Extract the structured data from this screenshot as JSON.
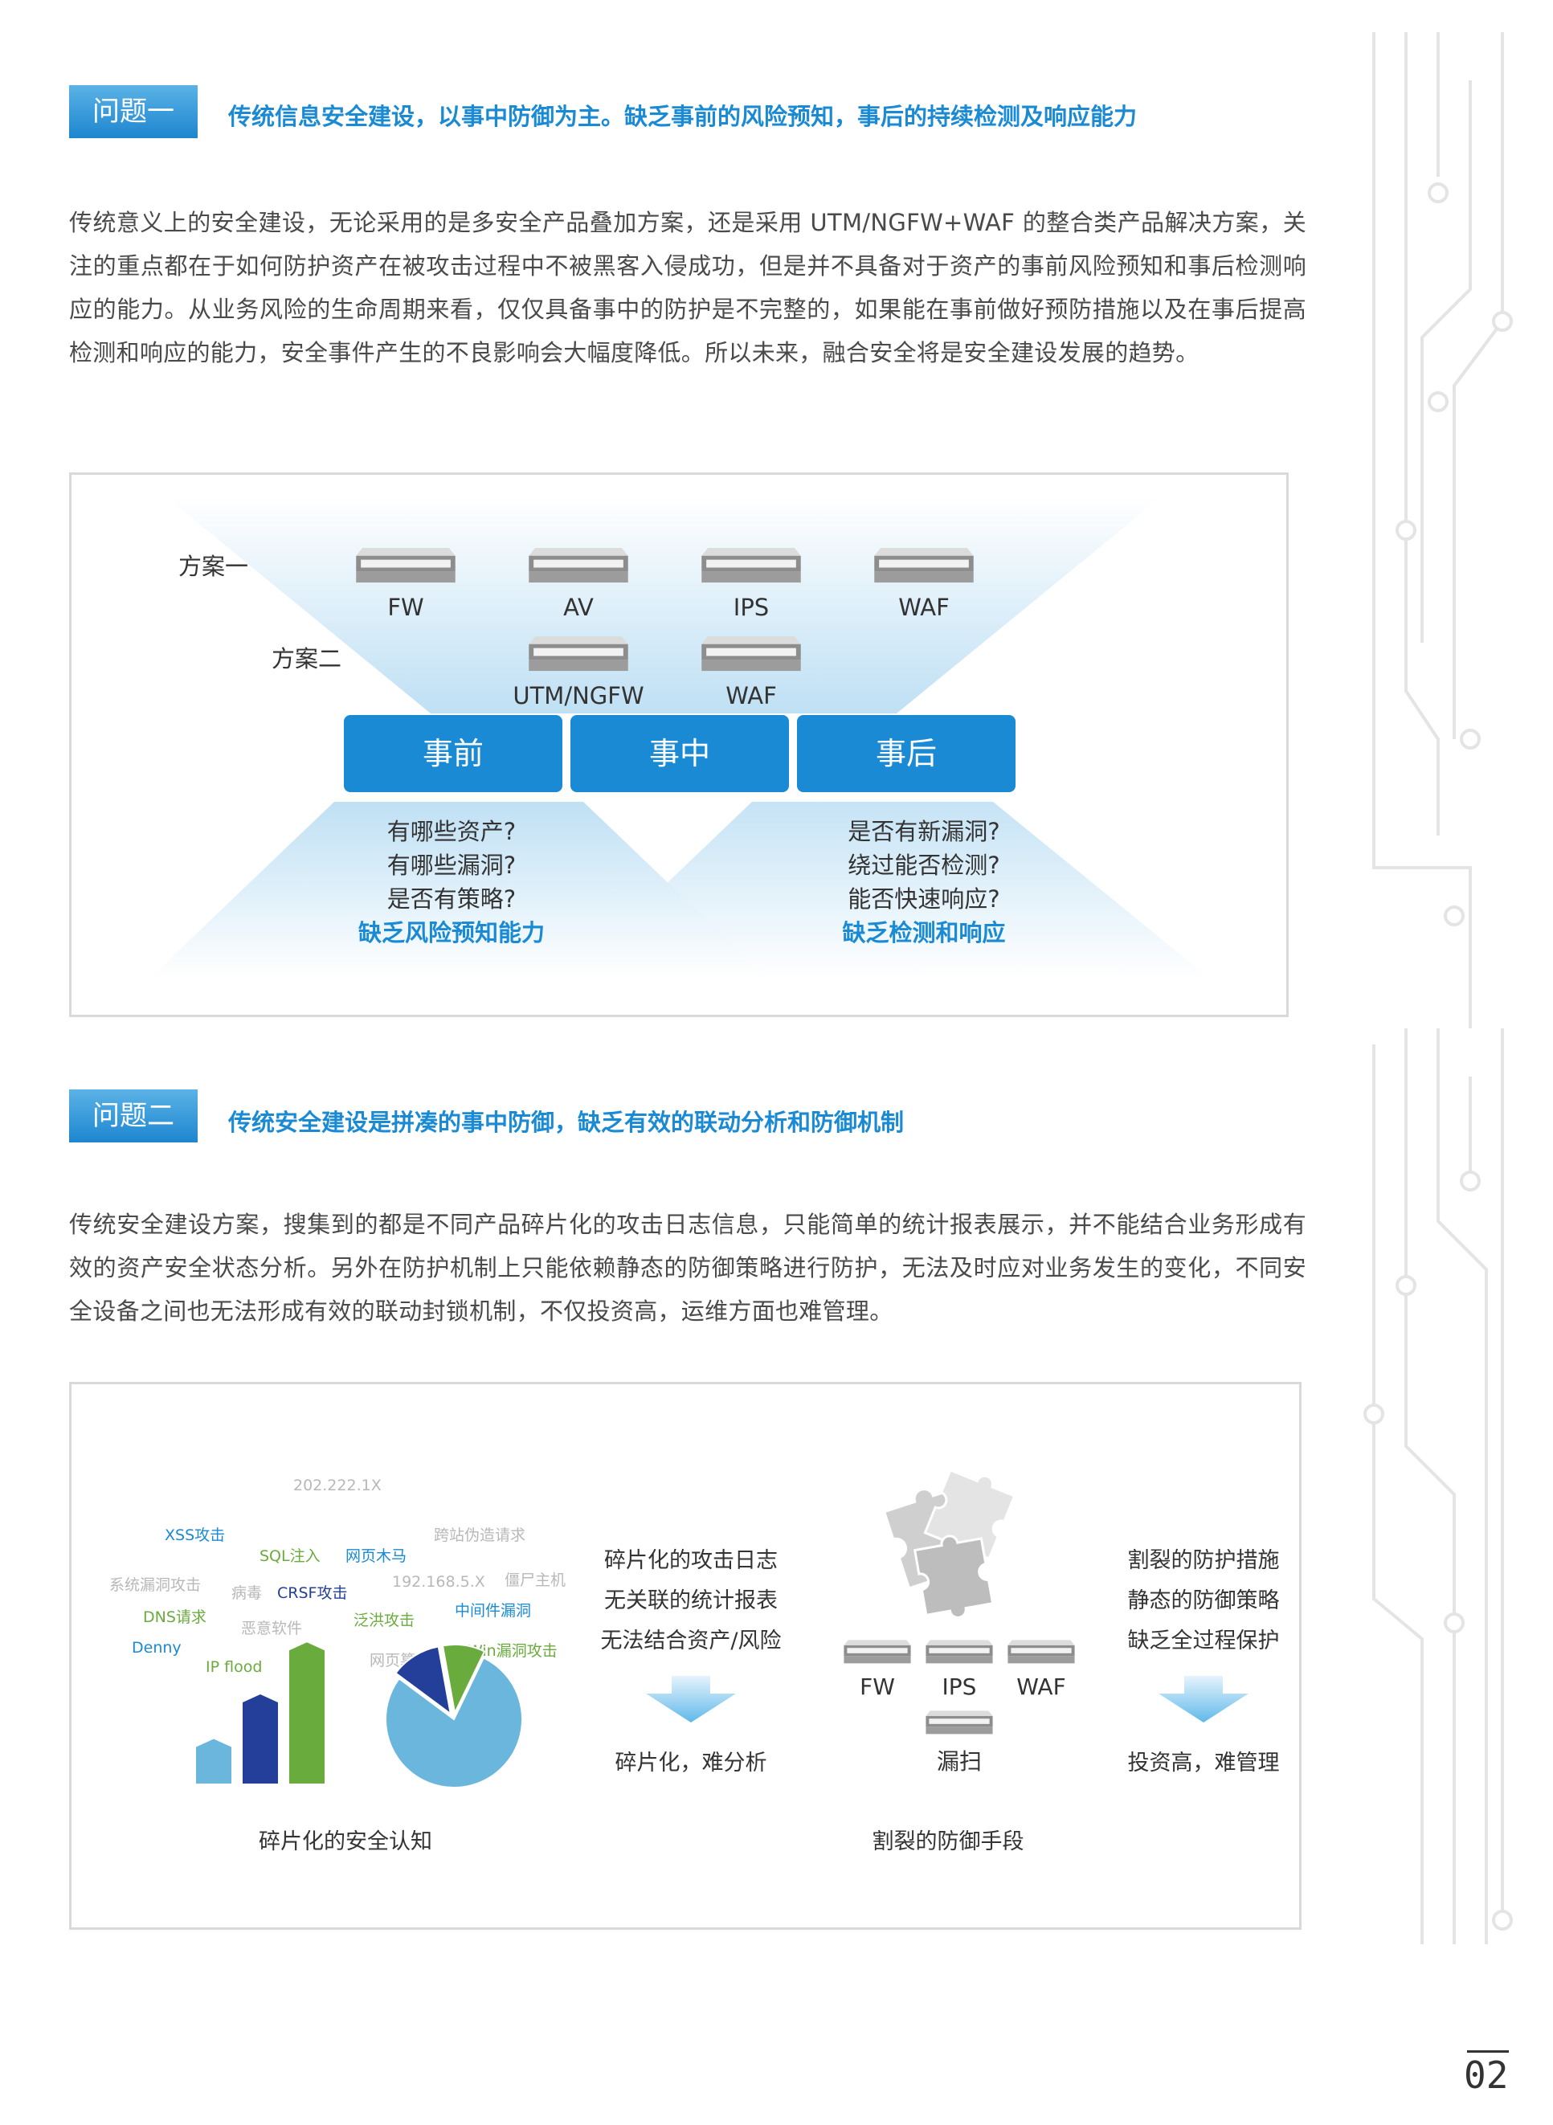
{
  "problem1": {
    "label": "问题一",
    "title": "传统信息安全建设，以事中防御为主。缺乏事前的风险预知，事后的持续检测及响应能力",
    "paragraph": "传统意义上的安全建设，无论采用的是多安全产品叠加方案，还是采用 UTM/NGFW+WAF 的整合类产品解决方案，关注的重点都在于如何防护资产在被攻击过程中不被黑客入侵成功，但是并不具备对于资产的事前风险预知和事后检测响应的能力。从业务风险的生命周期来看，仅仅具备事中的防护是不完整的，如果能在事前做好预防措施以及在事后提高检测和响应的能力，安全事件产生的不良影响会大幅度降低。所以未来，融合安全将是安全建设发展的趋势。",
    "diagram": {
      "scheme1_label": "方案一",
      "scheme2_label": "方案二",
      "scheme1_devices": [
        "FW",
        "AV",
        "IPS",
        "WAF"
      ],
      "scheme2_devices": [
        "UTM/NGFW",
        "WAF"
      ],
      "phases": [
        "事前",
        "事中",
        "事后"
      ],
      "before_questions": [
        "有哪些资产?",
        "有哪些漏洞?",
        "是否有策略?"
      ],
      "before_conclusion": "缺乏风险预知能力",
      "after_questions": [
        "是否有新漏洞?",
        "绕过能否检测?",
        "能否快速响应?"
      ],
      "after_conclusion": "缺乏检测和响应"
    }
  },
  "problem2": {
    "label": "问题二",
    "title": "传统安全建设是拼凑的事中防御，缺乏有效的联动分析和防御机制",
    "paragraph": "传统安全建设方案，搜集到的都是不同产品碎片化的攻击日志信息，只能简单的统计报表展示，并不能结合业务形成有效的资产安全状态分析。另外在防护机制上只能依赖静态的防御策略进行防护，无法及时应对业务发生的变化，不同安全设备之间也无法形成有效的联动封锁机制，不仅投资高，运维方面也难管理。",
    "diagram": {
      "tags": [
        {
          "text": "XSS攻击",
          "color": "#1a8ad4"
        },
        {
          "text": "202.222.1X",
          "color": "#b8b8b8"
        },
        {
          "text": "SQL注入",
          "color": "#6aab3e"
        },
        {
          "text": "网页木马",
          "color": "#1a8ad4"
        },
        {
          "text": "跨站伪造请求",
          "color": "#b8b8b8"
        },
        {
          "text": "系统漏洞攻击",
          "color": "#b8b8b8"
        },
        {
          "text": "病毒",
          "color": "#b8b8b8"
        },
        {
          "text": "CRSF攻击",
          "color": "#233f99"
        },
        {
          "text": "192.168.5.X",
          "color": "#b8b8b8"
        },
        {
          "text": "僵尸主机",
          "color": "#b8b8b8"
        },
        {
          "text": "DNS请求",
          "color": "#6aab3e"
        },
        {
          "text": "恶意软件",
          "color": "#b8b8b8"
        },
        {
          "text": "泛洪攻击",
          "color": "#6aab3e"
        },
        {
          "text": "中间件漏洞",
          "color": "#1a8ad4"
        },
        {
          "text": "Denny",
          "color": "#1a8ad4"
        },
        {
          "text": "IP flood",
          "color": "#6aab3e"
        },
        {
          "text": "网页篡改",
          "color": "#b8b8b8"
        },
        {
          "text": "Win漏洞攻击",
          "color": "#6aab3e"
        }
      ],
      "bars": [
        {
          "value": 0.3,
          "color": "#6bb6dd"
        },
        {
          "value": 0.6,
          "color": "#233f99"
        },
        {
          "value": 0.95,
          "color": "#6aab3e"
        }
      ],
      "pie": [
        {
          "value": 0.78,
          "color": "#6bb6dd"
        },
        {
          "value": 0.12,
          "color": "#233f99"
        },
        {
          "value": 0.1,
          "color": "#6aab3e"
        }
      ],
      "left_caption": "碎片化的安全认知",
      "mid_lines": [
        "碎片化的攻击日志",
        "无关联的统计报表",
        "无法结合资产/风险"
      ],
      "mid_result": "碎片化，难分析",
      "devices_row": [
        "FW",
        "IPS",
        "WAF"
      ],
      "device_bottom": "漏扫",
      "center_caption": "割裂的防御手段",
      "right_lines": [
        "割裂的防护措施",
        "静态的防御策略",
        "缺乏全过程保护"
      ],
      "right_result": "投资高，难管理"
    }
  },
  "page_number": "02"
}
